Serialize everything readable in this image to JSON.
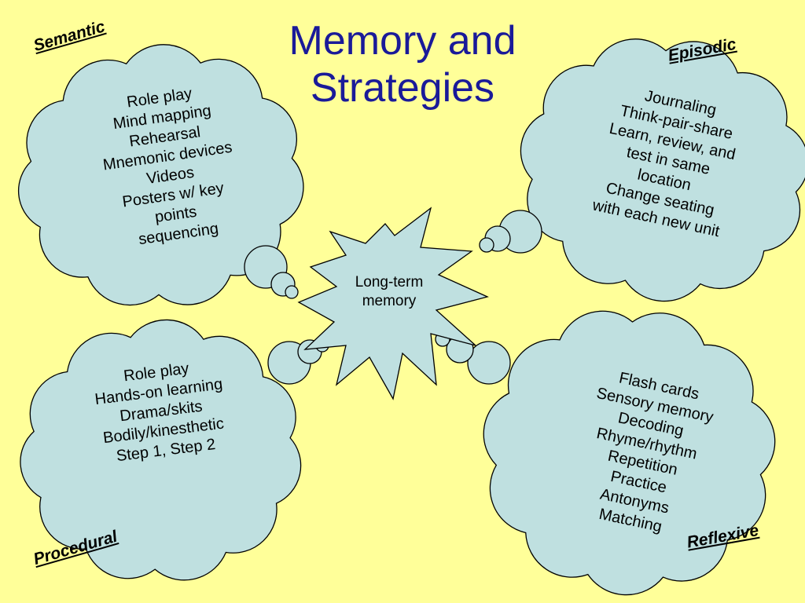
{
  "title": {
    "line1": "Memory and",
    "line2": "Strategies"
  },
  "center": {
    "line1": "Long-term",
    "line2": "memory"
  },
  "colors": {
    "background": "#ffff99",
    "cloud_fill": "#bfe0e0",
    "title": "#1a1a99",
    "outline": "#000000"
  },
  "clouds": {
    "semantic": {
      "label": "Semantic",
      "items": [
        "Role play",
        "Mind mapping",
        "Rehearsal",
        "Mnemonic devices",
        "Videos",
        "Posters w/ key",
        "points",
        "sequencing"
      ]
    },
    "episodic": {
      "label": "Episodic",
      "items": [
        "Journaling",
        "Think-pair-share",
        "Learn, review, and",
        "test in same",
        "location",
        "Change seating",
        "with each new unit"
      ]
    },
    "procedural": {
      "label": "Procedural",
      "items": [
        "Role play",
        "Hands-on learning",
        "Drama/skits",
        "Bodily/kinesthetic",
        "Step 1, Step 2"
      ]
    },
    "reflexive": {
      "label": "Reflexive",
      "items": [
        "Flash cards",
        "Sensory memory",
        "Decoding",
        "Rhyme/rhythm",
        "Repetition",
        "Practice",
        "Antonyms",
        "Matching"
      ]
    }
  }
}
